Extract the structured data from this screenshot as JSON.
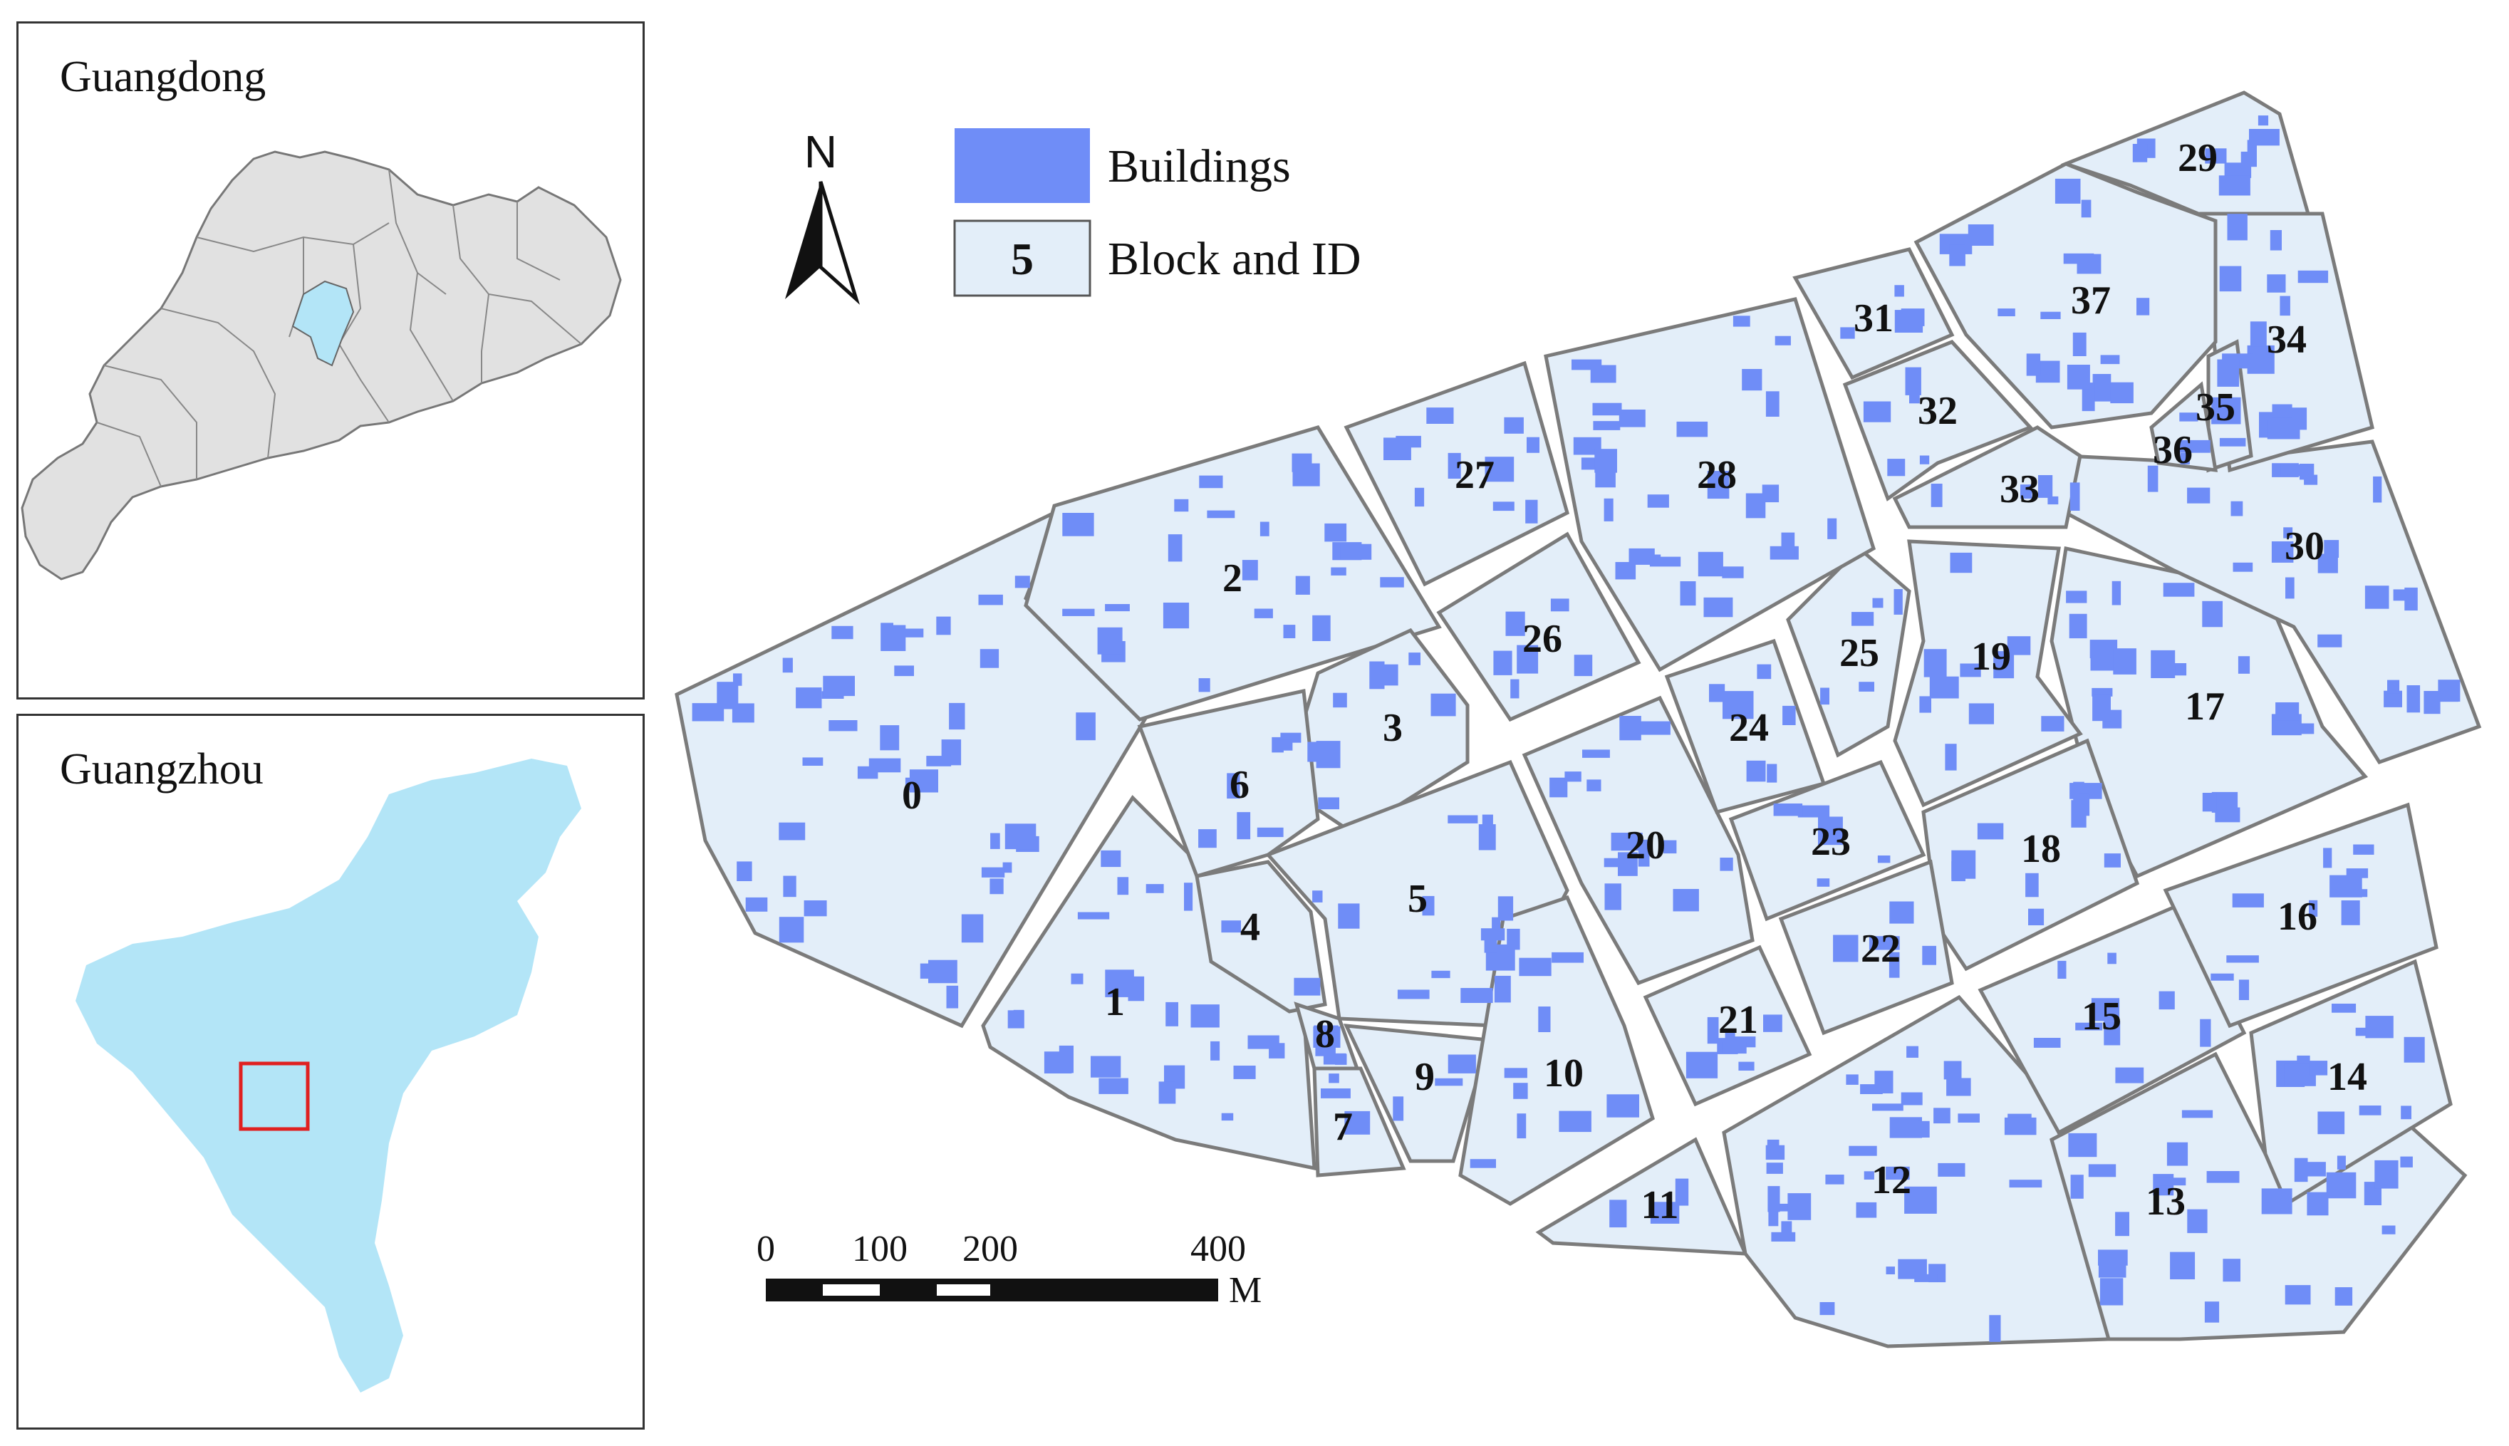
{
  "inset_province": {
    "title": "Guangdong",
    "region_fill": "#e1e1e1",
    "highlight_fill": "#b3e5f7"
  },
  "inset_city": {
    "title": "Guangzhou",
    "city_fill": "#b3e5f7",
    "extent_box_color": "#e02020"
  },
  "north_arrow": {
    "label": "N"
  },
  "legend": {
    "buildings": {
      "label": "Buildings",
      "color": "#6f8df7"
    },
    "block": {
      "sample_id": "5",
      "label": "Block and ID",
      "color": "#e3eef9"
    }
  },
  "scale_bar": {
    "ticks": [
      "0",
      "100",
      "200",
      "400"
    ],
    "unit": "M"
  },
  "blocks": [
    "0",
    "1",
    "2",
    "3",
    "4",
    "5",
    "6",
    "7",
    "8",
    "9",
    "10",
    "11",
    "12",
    "13",
    "14",
    "15",
    "16",
    "17",
    "18",
    "19",
    "20",
    "21",
    "22",
    "23",
    "24",
    "25",
    "26",
    "27",
    "28",
    "29",
    "30",
    "31",
    "32",
    "33",
    "34",
    "35",
    "36",
    "37"
  ]
}
